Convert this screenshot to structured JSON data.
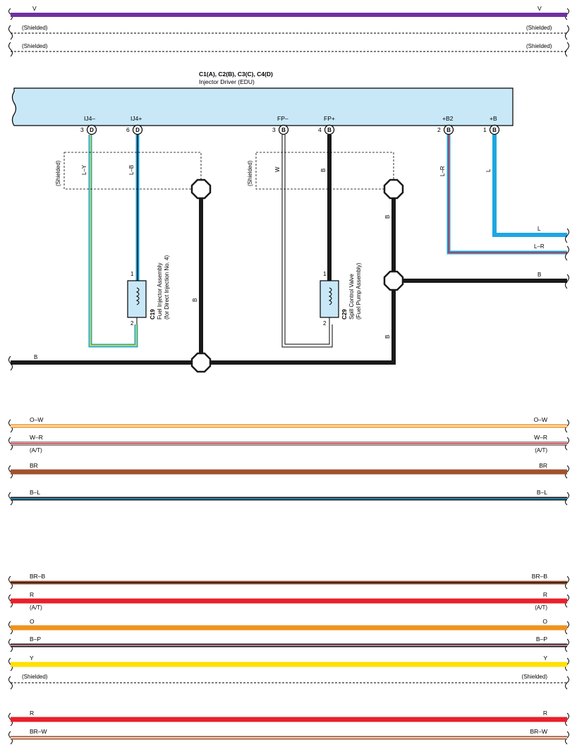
{
  "top_wires": [
    {
      "id": "v",
      "left_label": "V",
      "right_label": "V",
      "colors": [
        "#7030a0"
      ]
    },
    {
      "id": "shield1",
      "left_label": "(Shielded)",
      "right_label": "(Shielded)",
      "shielded": true
    },
    {
      "id": "shield2",
      "left_label": "(Shielded)",
      "right_label": "(Shielded)",
      "shielded": true
    }
  ],
  "edu": {
    "connectors": "C1(A), C2(B), C3(C), C4(D)",
    "name": "Injector Driver (EDU)",
    "pins": [
      {
        "id": "ij4m",
        "name": "IJ4–",
        "number": "3",
        "letter": "D"
      },
      {
        "id": "ij4p",
        "name": "IJ4+",
        "number": "6",
        "letter": "D"
      },
      {
        "id": "fpm",
        "name": "FP–",
        "number": "3",
        "letter": "B"
      },
      {
        "id": "fpp",
        "name": "FP+",
        "number": "4",
        "letter": "B"
      },
      {
        "id": "b2",
        "name": "+B2",
        "number": "2",
        "letter": "B"
      },
      {
        "id": "bp",
        "name": "+B",
        "number": "1",
        "letter": "B"
      }
    ]
  },
  "wire_labels": {
    "ly": "L–Y",
    "lb": "L–B",
    "w": "W",
    "b_fp": "B",
    "lr": "L–R",
    "l": "L",
    "shielded_left": "(Shielded)",
    "shielded_right": "(Shielded)",
    "b_vert_left": "B",
    "b_vert_right_upper": "B",
    "b_vert_right_lower": "B",
    "b_bottom": "B",
    "l_out": "L",
    "lr_out": "L–R",
    "b_out": "B"
  },
  "components": {
    "injector": {
      "code": "C19",
      "name": "Fuel Injector Assembly",
      "detail": "(for Direct Injection No. 4)",
      "pin1": "1",
      "pin2": "2"
    },
    "valve": {
      "code": "C29",
      "name": "Spill Control Valve",
      "detail": "(Fuel Pump Assembly)",
      "pin1": "1",
      "pin2": "2"
    }
  },
  "wire_groups": [
    [
      {
        "id": "ow",
        "left_label": "O–W",
        "right_label": "O–W",
        "colors": [
          "#f0921e",
          "#ffffff"
        ]
      },
      {
        "id": "wr",
        "left_label": "W–R",
        "right_label": "W–R",
        "colors": [
          "#ffffff",
          "#e8202a"
        ],
        "note_left": "(A/T)",
        "note_right": "(A/T)"
      },
      {
        "id": "br1",
        "left_label": "BR",
        "right_label": "BR",
        "colors": [
          "#a0522d"
        ]
      },
      {
        "id": "bl",
        "left_label": "B–L",
        "right_label": "B–L",
        "colors": [
          "#1a1a1a",
          "#2aa8e0"
        ]
      }
    ],
    [
      {
        "id": "brb",
        "left_label": "BR–B",
        "right_label": "BR–B",
        "colors": [
          "#a0522d",
          "#1a1a1a"
        ]
      },
      {
        "id": "r1",
        "left_label": "R",
        "right_label": "R",
        "colors": [
          "#e8202a"
        ],
        "note_left": "(A/T)",
        "note_right": "(A/T)"
      },
      {
        "id": "o",
        "left_label": "O",
        "right_label": "O",
        "colors": [
          "#f0921e"
        ]
      },
      {
        "id": "bp2",
        "left_label": "B–P",
        "right_label": "B–P",
        "colors": [
          "#1a1a1a",
          "#f4a6c0"
        ]
      },
      {
        "id": "y",
        "left_label": "Y",
        "right_label": "Y",
        "colors": [
          "#ffe000"
        ]
      },
      {
        "id": "shield3",
        "left_label": "(Shielded)",
        "right_label": "(Shielded)",
        "shielded": true
      }
    ],
    [
      {
        "id": "r2",
        "left_label": "R",
        "right_label": "R",
        "colors": [
          "#e8202a"
        ]
      },
      {
        "id": "brw",
        "left_label": "BR–W",
        "right_label": "BR–W",
        "colors": [
          "#a0522d",
          "#ffffff"
        ]
      }
    ]
  ],
  "colors": {
    "edu_fill": "#c8e8f8",
    "blue": "#1ea7e1",
    "yellow": "#ffe000",
    "red": "#e8202a",
    "black": "#1a1a1a",
    "white": "#ffffff"
  }
}
